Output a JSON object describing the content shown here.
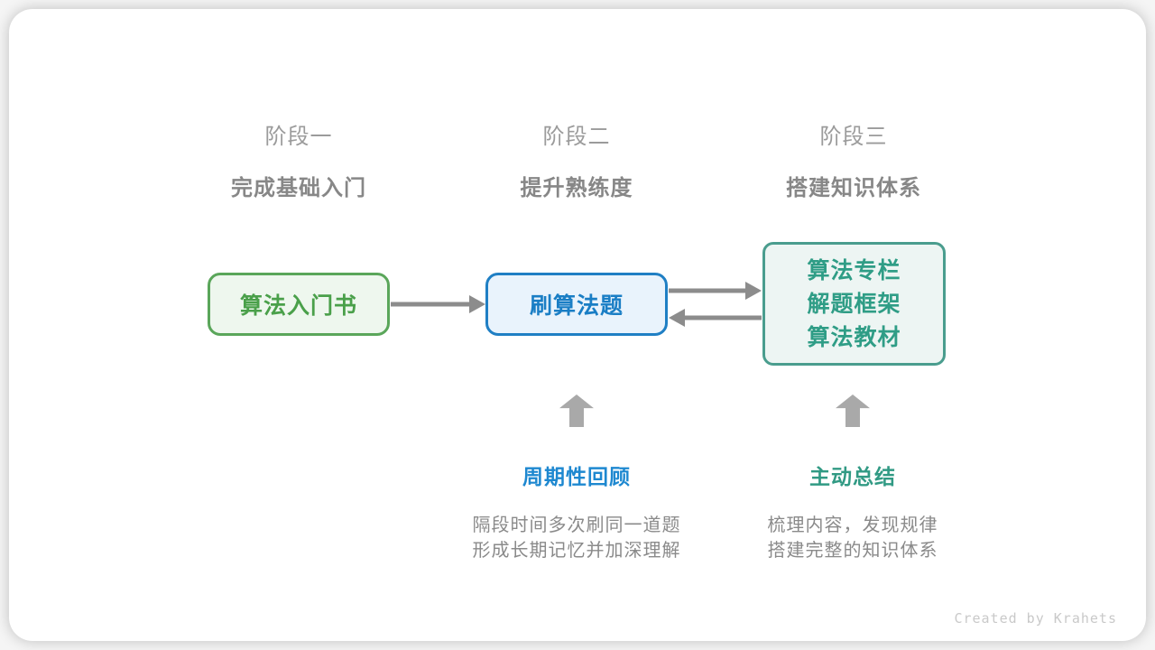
{
  "stages": [
    {
      "label": "阶段一",
      "subtitle": "完成基础入门"
    },
    {
      "label": "阶段二",
      "subtitle": "提升熟练度"
    },
    {
      "label": "阶段三",
      "subtitle": "搭建知识体系"
    }
  ],
  "nodes": {
    "beginner_book": {
      "text": "算法入门书"
    },
    "practice": {
      "text": "刷算法题"
    },
    "resources": {
      "lines": [
        "算法专栏",
        "解题框架",
        "算法教材"
      ]
    }
  },
  "arrows": [
    {
      "name": "beginner-book-to-practice",
      "direction": "right"
    },
    {
      "name": "practice-to-resources",
      "direction": "right"
    },
    {
      "name": "resources-to-practice",
      "direction": "left"
    },
    {
      "name": "periodic-review-up",
      "direction": "up"
    },
    {
      "name": "active-summary-up",
      "direction": "up"
    }
  ],
  "callouts": [
    {
      "title": "周期性回顾",
      "desc_lines": [
        "隔段时间多次刷同一道题",
        "形成长期记忆并加深理解"
      ]
    },
    {
      "title": "主动总结",
      "desc_lines": [
        "梳理内容，发现规律",
        "搭建完整的知识体系"
      ]
    }
  ],
  "credit": "Created by Krahets",
  "colors": {
    "green_border": "#5aa65a",
    "green_fill": "#eef7ee",
    "green_text": "#4aa04a",
    "blue_border": "#1f7fc4",
    "blue_fill": "#e9f3fc",
    "blue_text": "#1a7ec5",
    "teal_border": "#4a9d8e",
    "teal_fill": "#edf5f3",
    "teal_text": "#2f9d86",
    "arrow_gray": "#8c8c8c",
    "block_arrow_gray": "#a9a9a9",
    "label_gray": "#9b9b9b",
    "subtitle_gray": "#878787",
    "callout_blue": "#1e88d0",
    "callout_teal": "#319a84",
    "desc_gray": "#8a8a8a",
    "credit_gray": "#c9c9c9"
  }
}
